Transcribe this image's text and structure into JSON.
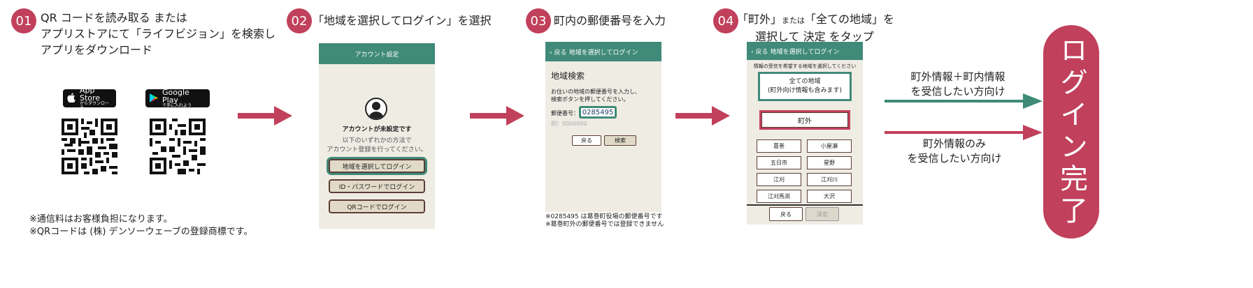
{
  "colors": {
    "accent": "#c1405b",
    "teal": "#3f8a78",
    "phone_bg": "#efece4",
    "brown": "#5b3e36"
  },
  "steps": [
    {
      "num": "01",
      "lines": [
        "QR コードを読み取る または",
        "アプリストアにて「ライフビジョン」を検索し",
        "アプリをダウンロード"
      ]
    },
    {
      "num": "02",
      "text": "「地域を選択してログイン」を選択"
    },
    {
      "num": "03",
      "text": "町内の郵便番号を入力"
    },
    {
      "num": "04",
      "line1_a": "「町外」",
      "line1_b": "または",
      "line1_c": "「全ての地域」を",
      "line2": "選択して 決定 をタップ"
    }
  ],
  "stores": {
    "apple": {
      "big": "App Store",
      "small": "からダウンロード",
      "icon": "apple-icon"
    },
    "google": {
      "big": "Google Play",
      "small": "で手に入れよう",
      "icon": "google-play-icon"
    }
  },
  "notes": [
    "※通信料はお客様負担になります。",
    "※QRコードは (株) デンソーウェーブの登録商標です。"
  ],
  "phone2": {
    "header": "アカウント設定",
    "status": "アカウントが未設定です",
    "desc1": "以下のいずれかの方法で",
    "desc2": "アカウント登録を行ってください。",
    "buttons": [
      "地域を選択してログイン",
      "ID・パスワードでログイン",
      "QRコードでログイン"
    ]
  },
  "phone3": {
    "back": "戻る",
    "header": "地域を選択してログイン",
    "title": "地域検索",
    "desc1": "お住いの地域の郵便番号を入力し、",
    "desc2": "検索ボタンを押してください。",
    "postal_label": "郵便番号：",
    "postal_value": "0285495",
    "example": "例）0000000",
    "back_btn": "戻る",
    "search_btn": "検索"
  },
  "phone3_notes": [
    "※0285495 は葛巻町役場の郵便番号です",
    "※葛巻町外の郵便番号では登録できません"
  ],
  "phone4": {
    "back": "戻る",
    "header": "地域を選択してログイン",
    "instruction": "情報の受信を希望する地域を選択してください",
    "all_line1": "全ての地域",
    "all_line2": "(町外向け情報も含みます)",
    "outside": "町外",
    "areas": [
      "葛巻",
      "小屋瀬",
      "五日市",
      "星野",
      "江刈",
      "江刈川",
      "江刈馬渕",
      "大沢"
    ],
    "back_btn": "戻る",
    "decide_btn": "決定"
  },
  "routes": {
    "top": [
      "町外情報＋町内情報",
      "を受信したい方向け"
    ],
    "bottom": [
      "町外情報のみ",
      "を受信したい方向け"
    ]
  },
  "final": "ログイン完了"
}
